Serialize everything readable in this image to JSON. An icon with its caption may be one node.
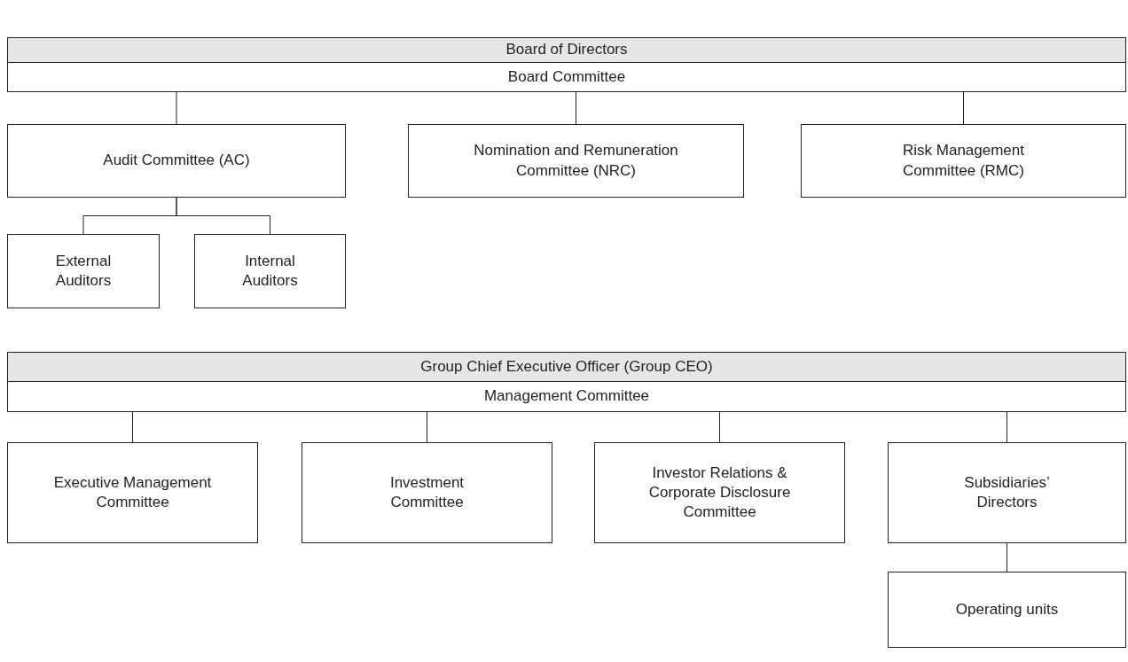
{
  "diagram": {
    "nodes": [
      {
        "text": [
          "Board of Directors"
        ]
      },
      {
        "text": [
          "Board Committee"
        ]
      },
      {
        "text": [
          "Audit Committee (AC)"
        ]
      },
      {
        "text": [
          "Nomination and Remuneration Committee (NRC)"
        ]
      },
      {
        "text": [
          "Risk Management Committee (RMC)"
        ]
      },
      {
        "text": [
          "External Auditors"
        ]
      },
      {
        "text": [
          "Internal Auditors"
        ]
      },
      {
        "text": [
          "Group Chief Executive Officer (Group CEO)"
        ]
      },
      {
        "text": [
          "Management Committee"
        ]
      },
      {
        "text": [
          "Executive Management Committee"
        ]
      },
      {
        "text": [
          "Investment Committee"
        ]
      },
      {
        "text": [
          "Investor Relations & Corporate Disclosure Committee"
        ]
      },
      {
        "text": [
          "Subsidiaries’ Directors"
        ]
      },
      {
        "text": [
          "Operating units"
        ]
      }
    ],
    "edges": [
      {
        "from": 1,
        "to": 2,
        "arrow": "none"
      },
      {
        "from": 1,
        "to": 3,
        "arrow": "none"
      },
      {
        "from": 1,
        "to": 4,
        "arrow": "none"
      },
      {
        "from": 2,
        "to": 5,
        "arrow": "none"
      },
      {
        "from": 2,
        "to": 6,
        "arrow": "none"
      },
      {
        "from": 8,
        "to": 9,
        "arrow": "none"
      },
      {
        "from": 8,
        "to": 10,
        "arrow": "none"
      },
      {
        "from": 8,
        "to": 11,
        "arrow": "none"
      },
      {
        "from": 8,
        "to": 12,
        "arrow": "none"
      },
      {
        "from": 12,
        "to": 13,
        "arrow": "none"
      }
    ]
  }
}
